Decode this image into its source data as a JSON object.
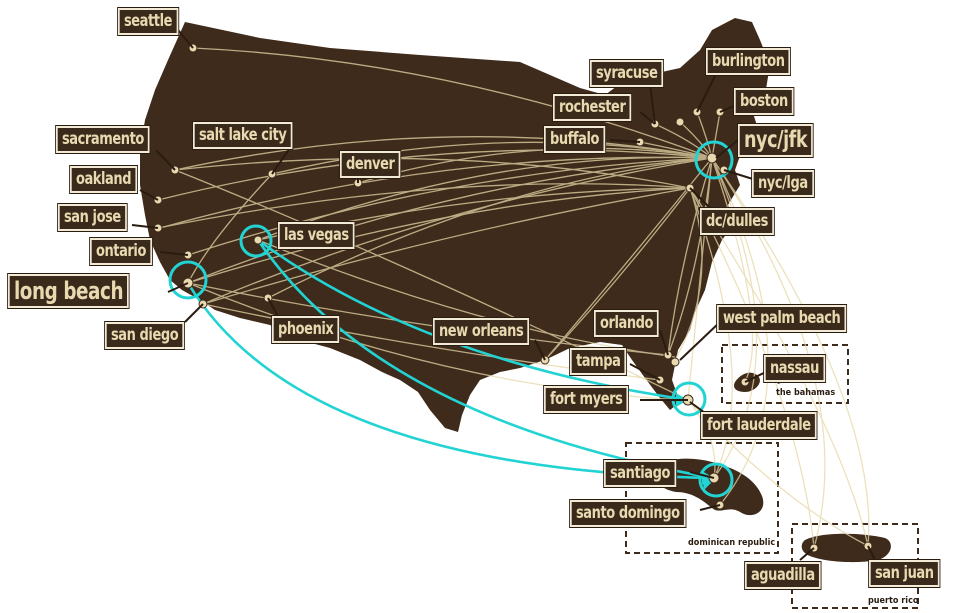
{
  "map": {
    "cities": {
      "seattle": "seattle",
      "sacramento": "sacramento",
      "salt_lake_city": "salt lake city",
      "denver": "denver",
      "oakland": "oakland",
      "san_jose": "san jose",
      "ontario": "ontario",
      "las_vegas": "las vegas",
      "long_beach": "long beach",
      "san_diego": "san diego",
      "phoenix": "phoenix",
      "new_orleans": "new orleans",
      "syracuse": "syracuse",
      "burlington": "burlington",
      "rochester": "rochester",
      "boston": "boston",
      "buffalo": "buffalo",
      "nyc_jfk": "nyc/jfk",
      "nyc_lga": "nyc/lga",
      "dc_dulles": "dc/dulles",
      "orlando": "orlando",
      "west_palm_beach": "west palm beach",
      "tampa": "tampa",
      "nassau": "nassau",
      "fort_myers": "fort myers",
      "fort_lauderdale": "fort lauderdale",
      "santiago": "santiago",
      "santo_domingo": "santo domingo",
      "aguadilla": "aguadilla",
      "san_juan": "san juan"
    },
    "regions": {
      "bahamas": "the bahamas",
      "dominican_republic": "dominican republic",
      "puerto_rico": "puerto rico"
    },
    "colors": {
      "land": "#3f2b1b",
      "route": "#e6d8a8",
      "highlight": "#22d3d3",
      "label_bg": "#3a2a1c",
      "label_text": "#e8d9b0"
    },
    "highlighted_routes": [
      [
        "las vegas",
        "fort lauderdale"
      ],
      [
        "las vegas",
        "santiago"
      ],
      [
        "long beach",
        "santiago"
      ]
    ]
  }
}
